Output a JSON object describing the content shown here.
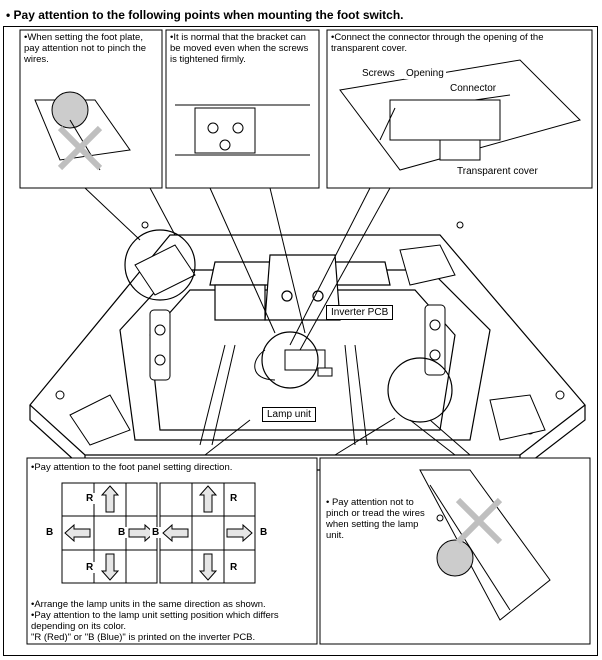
{
  "heading": "• Pay attention to the following points when mounting the foot switch.",
  "callouts": {
    "foot_plate": "•When setting the foot plate, pay attention not to pinch the wires.",
    "bracket": "•It is normal that the bracket can be moved even when the screws is tightened firmly.",
    "connector": "•Connect the connector through the opening of the transparent cover.",
    "direction": "•Pay attention to the foot panel setting direction.",
    "lamp_unit_wires": "• Pay attention not to pinch or tread the wires when setting the lamp unit."
  },
  "labels": {
    "screws": "Screws",
    "opening": "Opening",
    "connector": "Connector",
    "transparent_cover": "Transparent cover",
    "inverter_pcb": "Inverter PCB",
    "lamp_unit": "Lamp unit"
  },
  "direction_panels": {
    "left": {
      "top": "R",
      "left": "B",
      "right": "B",
      "bottom": "R"
    },
    "right": {
      "top": "R",
      "left": "B",
      "right": "B",
      "bottom": "R"
    }
  },
  "notes": [
    "•Arrange the lamp units in the same direction as shown.",
    "•Pay attention to the lamp unit setting position which differs depending on its color.",
    "\"R (Red)\" or \"B (Blue)\" is printed on the inverter PCB."
  ],
  "colors": {
    "line": "#000000",
    "background": "#ffffff",
    "shade": "#cccccc",
    "cross": "#bfbfbf"
  }
}
